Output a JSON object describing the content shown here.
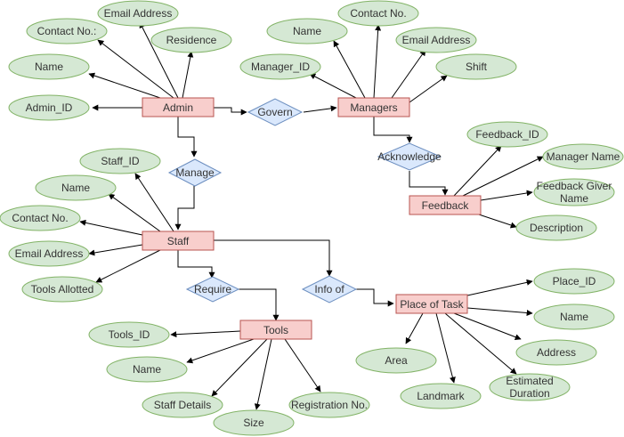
{
  "entities": {
    "admin": "Admin",
    "managers": "Managers",
    "feedback": "Feedback",
    "staff": "Staff",
    "tools": "Tools",
    "place_of_task": "Place of Task"
  },
  "relationships": {
    "govern": "Govern",
    "acknowledge": "Acknowledge",
    "manage": "Manage",
    "require": "Require",
    "info_of": "Info of"
  },
  "attributes": {
    "admin": {
      "email_address": "Email Address",
      "contact_no": "Contact No.:",
      "residence": "Residence",
      "name": "Name",
      "admin_id": "Admin_ID"
    },
    "managers": {
      "contact_no": "Contact No.",
      "name": "Name",
      "email_address": "Email Address",
      "manager_id": "Manager_ID",
      "shift": "Shift"
    },
    "feedback": {
      "feedback_id": "Feedback_ID",
      "manager_name": "Manager Name",
      "feedback_giver_name_line1": "Feedback Giver",
      "feedback_giver_name_line2": "Name",
      "description": "Description"
    },
    "staff": {
      "staff_id": "Staff_ID",
      "name": "Name",
      "contact_no": "Contact No.",
      "email_address": "Email Address",
      "tools_allotted": "Tools Allotted"
    },
    "tools": {
      "tools_id": "Tools_ID",
      "name": "Name",
      "staff_details": "Staff Details",
      "size": "Size",
      "registration_no": "Registration No."
    },
    "place_of_task": {
      "place_id": "Place_ID",
      "name": "Name",
      "address": "Address",
      "area": "Area",
      "landmark": "Landmark",
      "estimated_duration_line1": "Estimated",
      "estimated_duration_line2": "Duration"
    }
  }
}
